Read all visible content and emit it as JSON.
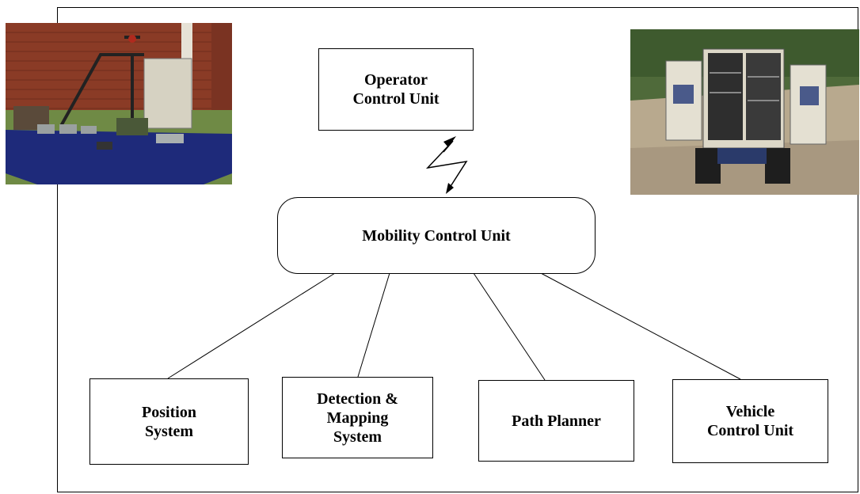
{
  "diagram": {
    "nodes": {
      "operator": "Operator\nControl Unit",
      "mobility": "Mobility Control Unit",
      "position": "Position\nSystem",
      "detection": "Detection &\nMapping\nSystem",
      "planner": "Path Planner",
      "vehicle": "Vehicle\nControl Unit"
    },
    "edges": [
      {
        "from": "mobility",
        "to": "position",
        "type": "line"
      },
      {
        "from": "mobility",
        "to": "detection",
        "type": "line"
      },
      {
        "from": "mobility",
        "to": "planner",
        "type": "line"
      },
      {
        "from": "mobility",
        "to": "vehicle",
        "type": "line"
      },
      {
        "from": "operator",
        "to": "mobility",
        "type": "wireless-link"
      }
    ]
  },
  "photos": {
    "left": "vehicle-components-on-table-photo",
    "right": "vehicle-rear-with-open-cabinet-photo"
  },
  "colors": {
    "line": "#000000",
    "box": "#ffffff",
    "tablecloth": "#1e2a7a",
    "brick": "#8a3b26",
    "grass": "#6f8a45"
  }
}
